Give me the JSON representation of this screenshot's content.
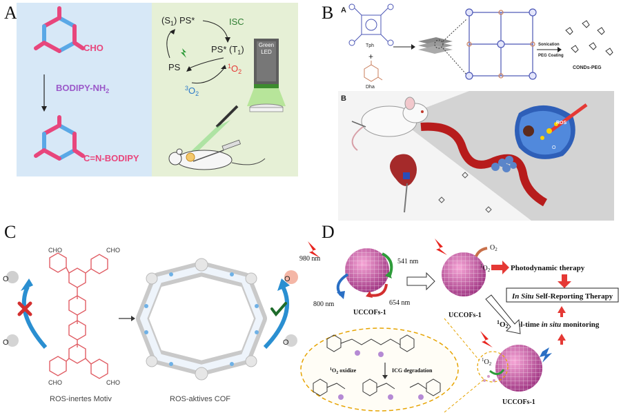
{
  "panels": {
    "A": {
      "letter": "A",
      "aldehyde": "CHO",
      "reagent": "BODIPY-NH",
      "reagent_sub": "2",
      "imine": "C=N-BODIPY",
      "s1": "(S",
      "s1_sub": "1",
      "s1_end": ") PS*",
      "isc": "ISC",
      "t1": "PS* (T",
      "t1_sub": "1",
      "t1_end": ")",
      "ps": "PS",
      "singlet_sup": "1",
      "singlet": "O",
      "singlet_sub": "2",
      "triplet_sup": "3",
      "triplet": "O",
      "triplet_sub": "2",
      "led_line1": "Green",
      "led_line2": "LED"
    },
    "B": {
      "letter": "B",
      "subA": "A",
      "tph": "Tph",
      "plus": "+",
      "dha": "Dha",
      "sonication": "Sonication",
      "peg_coating": "PEG Coating",
      "product": "CONDs-PEG",
      "subB": "B",
      "ros": "ROS",
      "o2": "O"
    },
    "C": {
      "letter": "C",
      "cho": "CHO",
      "o2_radical": "O",
      "o2_plain": "O",
      "inert_caption": "ROS-inertes Motiv",
      "active_caption": "ROS-aktives COF"
    },
    "D": {
      "letter": "D",
      "nm980": "980 nm",
      "nm541": "541 nm",
      "nm800": "800 nm",
      "nm654": "654 nm",
      "uccofs_left": "UCCOFs-1",
      "uccofs_right": "UCCOFs-1",
      "uccofs_bottom": "UCCOFs-1",
      "o2_top": "O",
      "singlet_top": "O",
      "pdt": "Photodynamic therapy",
      "self_reporting_pre": "In Situ",
      "self_reporting_post": " Self-Reporting Therapy",
      "monitoring_pre": "O",
      "monitoring_mid": " real-time ",
      "monitoring_italic": "in situ",
      "monitoring_post": " monitoring",
      "oxidize": "O",
      "oxidize_post": " oxidize",
      "icg": "ICG degradation",
      "singlet_bottom": "O"
    }
  },
  "colors": {
    "panelA_left_bg": "#d7e8f7",
    "panelA_right_bg": "#e6f0d6",
    "hexagon_pink": "#e8467c",
    "hexagon_blue": "#5aa8e6",
    "purple_text": "#9b59c9",
    "cof_pink": "#c85aa0",
    "arrow_red": "#e53935",
    "arrow_blue": "#2a8fd1",
    "lightning_red": "#e8251f"
  }
}
